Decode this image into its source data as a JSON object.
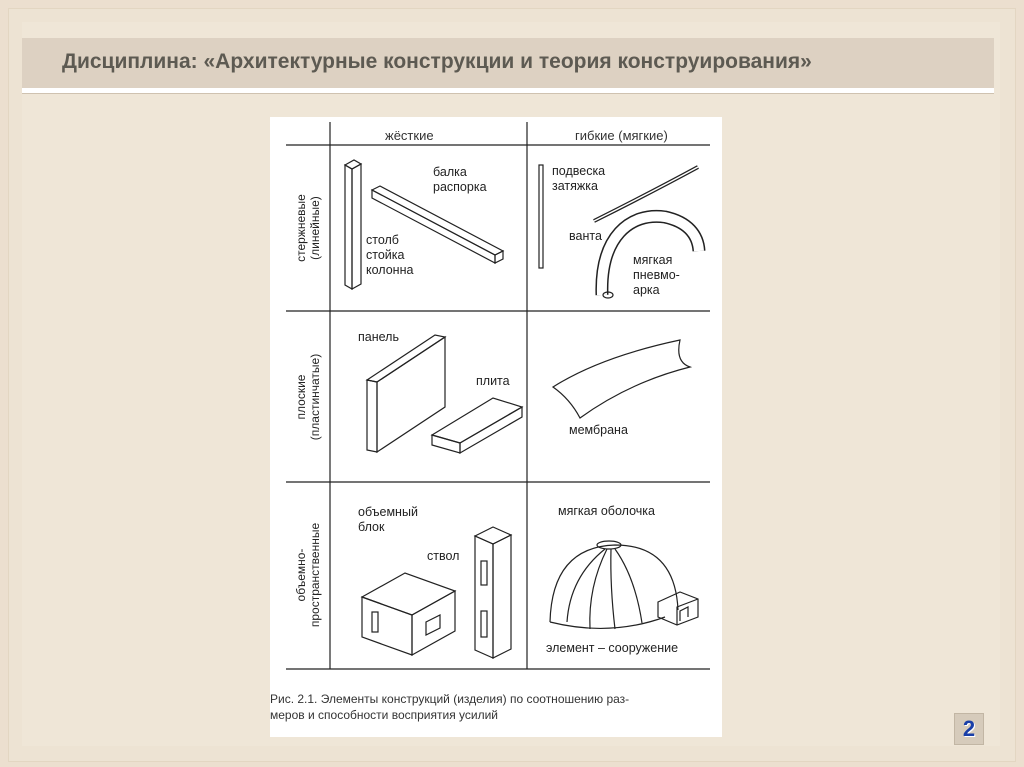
{
  "header": {
    "title": "Дисциплина: «Архитектурные конструкции и теория конструирования»"
  },
  "figure": {
    "col_headers": [
      "жёсткие",
      "гибкие (мягкие)"
    ],
    "row_headers": [
      [
        "стержневые",
        "(линейные)"
      ],
      [
        "плоские",
        "(пластинчатые)"
      ],
      [
        "объемно-",
        "пространственные"
      ]
    ],
    "labels": {
      "balka": [
        "балка",
        "распорка"
      ],
      "stolb": [
        "столб",
        "стойка",
        "колонна"
      ],
      "podveska": [
        "подвеска",
        "затяжка"
      ],
      "vanta": "ванта",
      "pnevmo": [
        "мягкая",
        "пневмо-",
        "арка"
      ],
      "panel": "панель",
      "plita": "плита",
      "membrana": "мембрана",
      "obemny": [
        "объемный",
        "блок"
      ],
      "stvol": "ствол",
      "obolochka": "мягкая оболочка",
      "sooruzhenie": "элемент – сооружение"
    },
    "caption": [
      "Рис. 2.1. Элементы конструкций (изделия) по соотношению раз-",
      "меров и способности восприятия усилий"
    ]
  },
  "footer": {
    "page_number": "2"
  }
}
